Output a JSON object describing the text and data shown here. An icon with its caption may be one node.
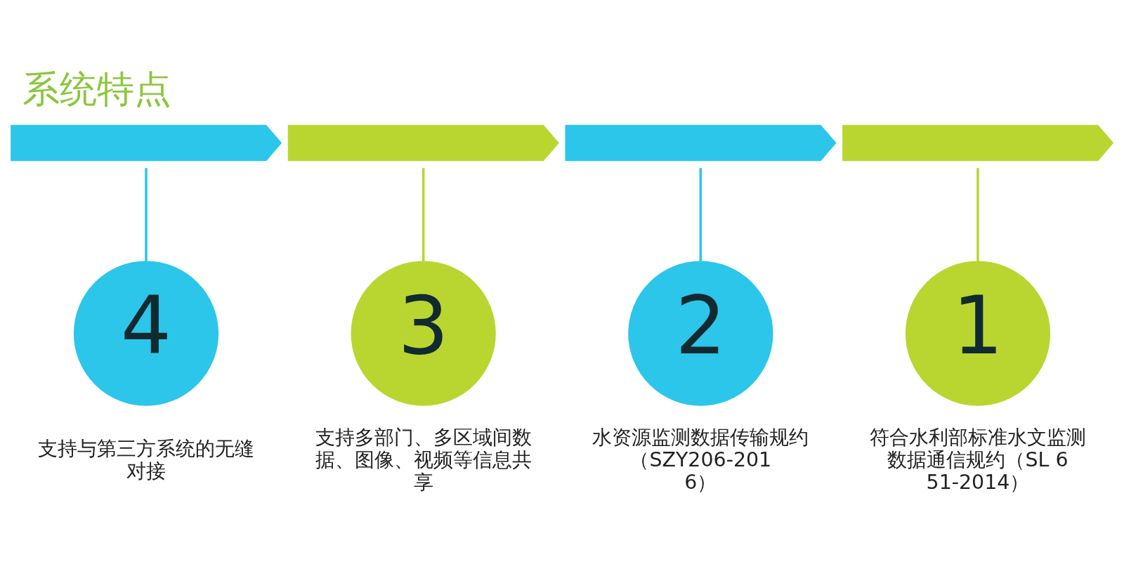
{
  "diagram": {
    "title": "系统特点",
    "nodes": [
      {
        "text": [],
        "shape": "arrow"
      },
      {
        "text": [],
        "shape": "arrow"
      },
      {
        "text": [],
        "shape": "arrow"
      },
      {
        "text": [],
        "shape": "arrow"
      },
      {
        "text": [
          "4"
        ],
        "beside": [
          "支持与第三方系统的无缝对接"
        ]
      },
      {
        "text": [
          "3"
        ],
        "beside": [
          "支持多部门、多区域间数据、图像、视频等信息共享"
        ]
      },
      {
        "text": [
          "2"
        ],
        "beside": [
          "水资源监测数据传输规约（SZY206-2016）"
        ]
      },
      {
        "text": [
          "1"
        ],
        "beside": [
          "符合水利部标准水文监测数据通信规约（SL 651-2014）"
        ]
      }
    ],
    "edges": [
      {
        "from": 0,
        "to": 4,
        "arrow": "none"
      },
      {
        "from": 1,
        "to": 5,
        "arrow": "none",
        "color": "#b9d630"
      },
      {
        "from": 2,
        "to": 6,
        "arrow": "none"
      },
      {
        "from": 3,
        "to": 7,
        "arrow": "none",
        "color": "#b9d630"
      }
    ]
  }
}
